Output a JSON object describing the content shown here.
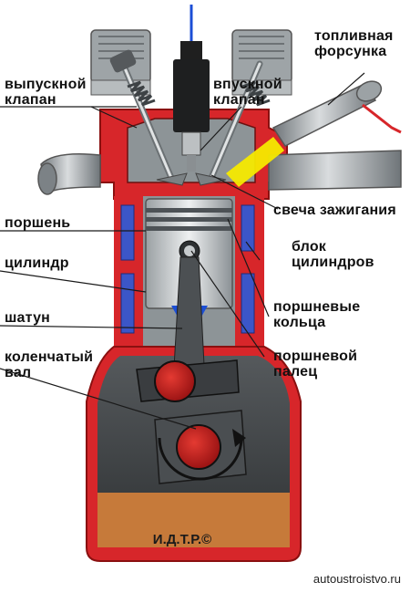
{
  "labels": {
    "fuel_injector": [
      "топливная",
      "форсунка"
    ],
    "exhaust_valve": [
      "выпускной",
      "клапан"
    ],
    "intake_valve": [
      "впускной",
      "клапан"
    ],
    "spark_plug": "свеча зажигания",
    "piston": "поршень",
    "cylinder_block": [
      "блок",
      "цилиндров"
    ],
    "cylinder": "цилиндр",
    "piston_rings": [
      "поршневые",
      "кольца"
    ],
    "connecting_rod": "шатун",
    "piston_pin": [
      "поршневой",
      "палец"
    ],
    "crankshaft": [
      "коленчатый",
      "вал"
    ]
  },
  "trademark": "И.Д.Т.Р.©",
  "website": "autoustroistvo.ru",
  "colors": {
    "head_red": "#d7262a",
    "cylinder_gray": "#8d9497",
    "sleeve_blue": "#3b56c8",
    "crankcase_dark": "#3a3d40",
    "oil": "#c67a3a",
    "motion_arrow": "#1c4fd6",
    "fuel_spray": "#f5e900"
  }
}
